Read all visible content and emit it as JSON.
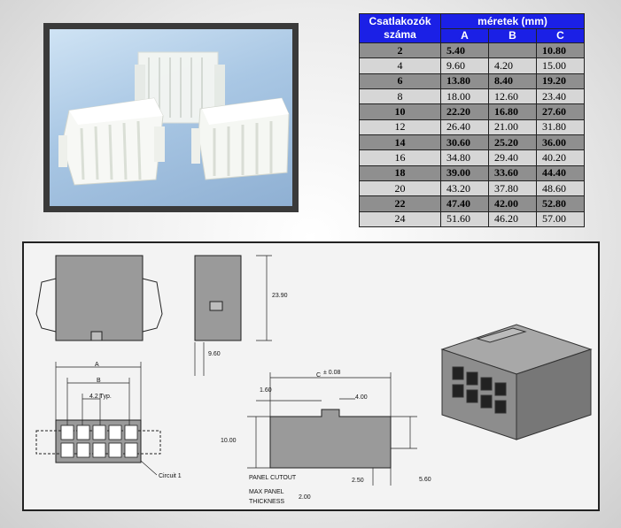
{
  "table": {
    "header_left_line1": "Csatlakozók",
    "header_left_line2": "száma",
    "header_group": "méretek (mm)",
    "col_a": "A",
    "col_b": "B",
    "col_c": "C",
    "rows": [
      {
        "n": "2",
        "a": "5.40",
        "b": "",
        "c": "10.80"
      },
      {
        "n": "4",
        "a": "9.60",
        "b": "4.20",
        "c": "15.00"
      },
      {
        "n": "6",
        "a": "13.80",
        "b": "8.40",
        "c": "19.20"
      },
      {
        "n": "8",
        "a": "18.00",
        "b": "12.60",
        "c": "23.40"
      },
      {
        "n": "10",
        "a": "22.20",
        "b": "16.80",
        "c": "27.60"
      },
      {
        "n": "12",
        "a": "26.40",
        "b": "21.00",
        "c": "31.80"
      },
      {
        "n": "14",
        "a": "30.60",
        "b": "25.20",
        "c": "36.00"
      },
      {
        "n": "16",
        "a": "34.80",
        "b": "29.40",
        "c": "40.20"
      },
      {
        "n": "18",
        "a": "39.00",
        "b": "33.60",
        "c": "44.40"
      },
      {
        "n": "20",
        "a": "43.20",
        "b": "37.80",
        "c": "48.60"
      },
      {
        "n": "22",
        "a": "47.40",
        "b": "42.00",
        "c": "52.80"
      },
      {
        "n": "24",
        "a": "51.60",
        "b": "46.20",
        "c": "57.00"
      }
    ]
  },
  "drawing": {
    "dim_height": "23.90",
    "dim_depth": "9.60",
    "dim_a": "A",
    "dim_b": "B",
    "dim_pitch": "4.2 Typ.",
    "circuit_label": "Circuit 1",
    "dim_c": "C",
    "dim_c_tol": "± 0.08",
    "dim_1_60": "1.60",
    "dim_4_00": "4.00",
    "dim_10_00": "10.00",
    "dim_2_50": "2.50",
    "dim_5_60": "5.60",
    "panel_cutout": "PANEL  CUTOUT",
    "max_panel": "MAX  PANEL",
    "thickness": "THICKNESS",
    "thickness_value": "2.00"
  }
}
